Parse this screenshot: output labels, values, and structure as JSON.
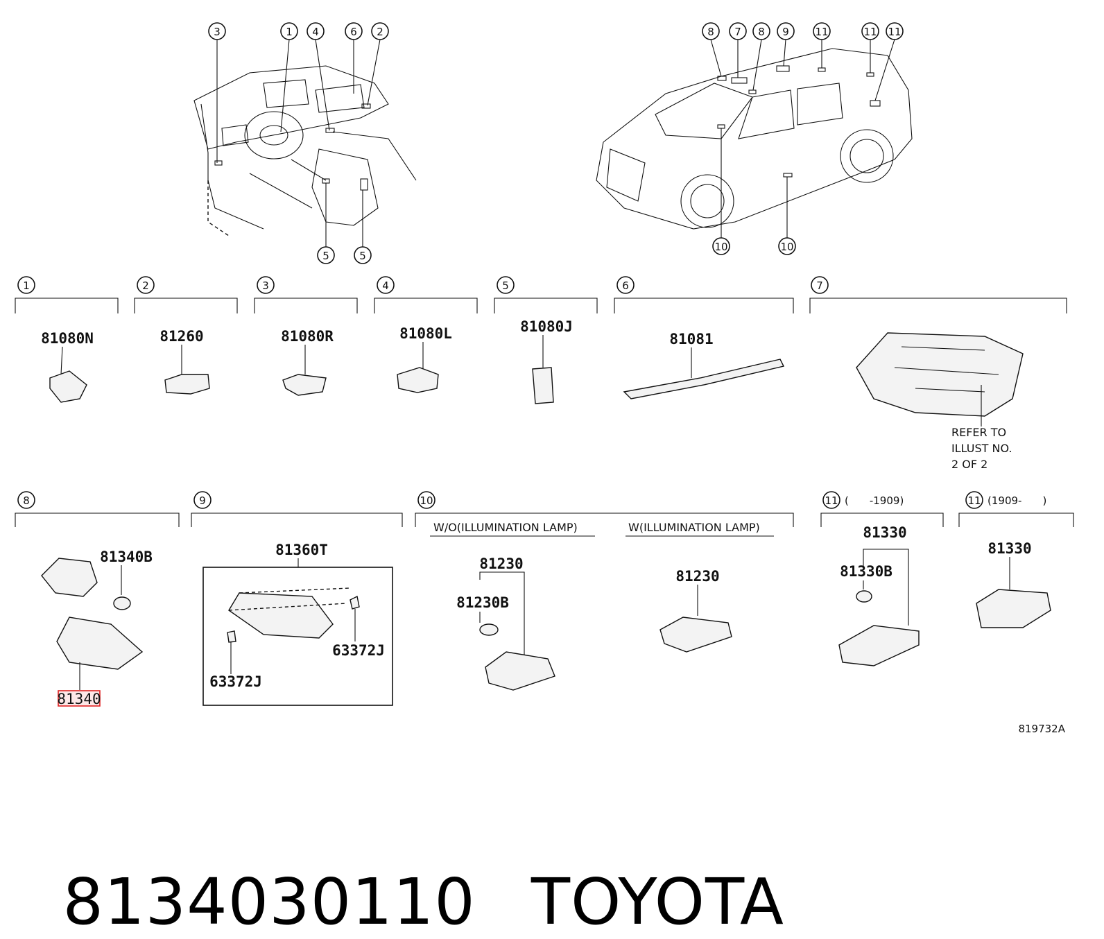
{
  "callouts_top": {
    "dash": [
      "3",
      "1",
      "4",
      "6",
      "2"
    ],
    "dash_bottom": [
      "5",
      "5"
    ],
    "car": [
      "8",
      "7",
      "8",
      "9",
      "11",
      "11",
      "11"
    ],
    "car_bottom": [
      "10",
      "10"
    ]
  },
  "row1": [
    {
      "num": "1",
      "part": "81080N"
    },
    {
      "num": "2",
      "part": "81260"
    },
    {
      "num": "3",
      "part": "81080R"
    },
    {
      "num": "4",
      "part": "81080L"
    },
    {
      "num": "5",
      "part": "81080J"
    },
    {
      "num": "6",
      "part": "81081"
    },
    {
      "num": "7",
      "note_line1": "REFER TO",
      "note_line2": "ILLUST NO.",
      "note_line3": "2 OF 2"
    }
  ],
  "row2": {
    "g8": {
      "num": "8",
      "bulb": "81340B",
      "housing": "81340"
    },
    "g9": {
      "num": "9",
      "assembly": "81360T",
      "clip_right": "63372J",
      "clip_left": "63372J"
    },
    "g10": {
      "num": "10",
      "label_wo": "W/O(ILLUMINATION LAMP)",
      "label_w": "W(ILLUMINATION LAMP)",
      "wo_lamp": "81230",
      "wo_bulb": "81230B",
      "w_lamp": "81230"
    },
    "g11a": {
      "num": "11",
      "range": "(　　-1909)",
      "lamp": "81330",
      "bulb": "81330B"
    },
    "g11b": {
      "num": "11",
      "range": "(1909-　　)",
      "lamp": "81330"
    }
  },
  "illustration_code": "819732A",
  "footer": {
    "part_number": "8134030110",
    "brand": "TOYOTA"
  },
  "colors": {
    "highlight": "#e02020",
    "highlight_fill": "#fde8e8",
    "ink": "#111111"
  }
}
